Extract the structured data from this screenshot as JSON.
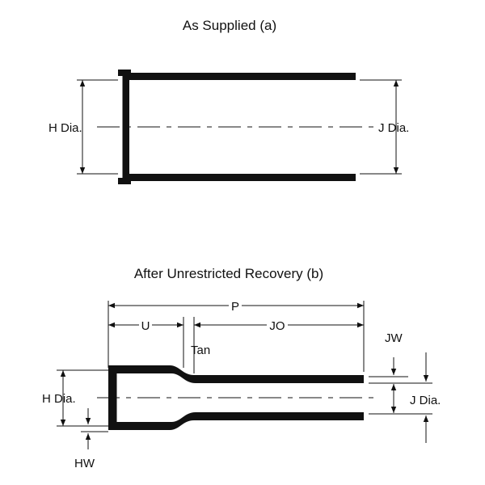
{
  "top": {
    "title": "As Supplied (a)",
    "h_label": "H Dia.",
    "j_label": "J Dia."
  },
  "bottom": {
    "title": "After Unrestricted Recovery (b)",
    "p_label": "P",
    "u_label": "U",
    "jo_label": "JO",
    "tan_label": "Tan",
    "jw_label": "JW",
    "h_label": "H Dia.",
    "j_label": "J Dia.",
    "hw_label": "HW"
  }
}
